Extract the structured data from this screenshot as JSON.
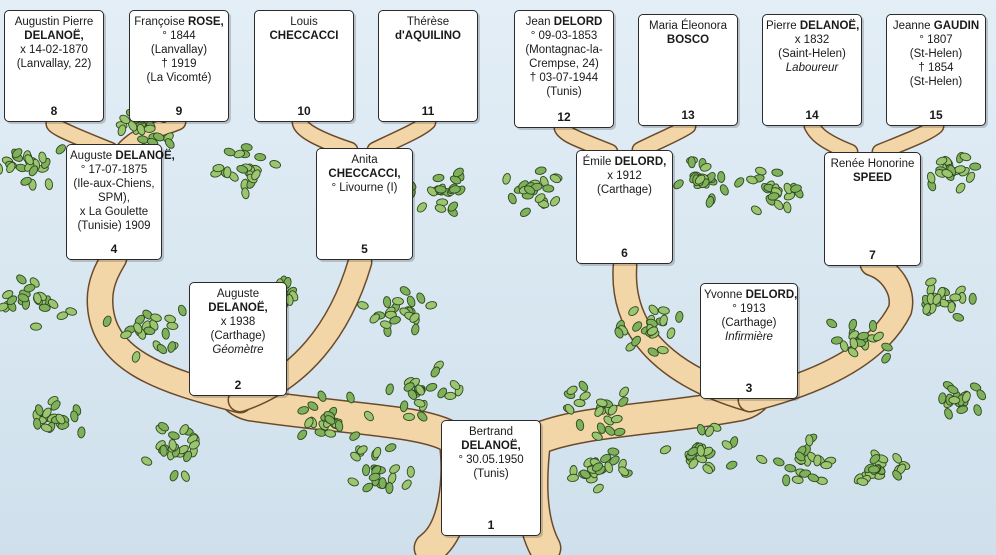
{
  "persons": [
    {
      "id": "p8",
      "number": "8",
      "lines": [
        [
          "Augustin Pierre",
          ""
        ],
        [
          "",
          "DELANOË,"
        ],
        [
          "x 14-02-1870",
          ""
        ],
        [
          "(Lanvallay, 22)",
          ""
        ]
      ]
    },
    {
      "id": "p9",
      "number": "9",
      "lines": [
        [
          "Françoise ",
          "ROSE,"
        ],
        [
          "° 1844",
          ""
        ],
        [
          "(Lanvallay)",
          ""
        ],
        [
          "† 1919",
          ""
        ],
        [
          "(La Vicomté)",
          ""
        ]
      ]
    },
    {
      "id": "p10",
      "number": "10",
      "lines": [
        [
          "Louis",
          ""
        ],
        [
          "",
          "CHECCACCI"
        ]
      ]
    },
    {
      "id": "p11",
      "number": "11",
      "lines": [
        [
          "Thérèse",
          ""
        ],
        [
          "",
          "d'AQUILINO"
        ]
      ]
    },
    {
      "id": "p12",
      "number": "12",
      "lines": [
        [
          "Jean ",
          "DELORD"
        ],
        [
          "° 09-03-1853",
          ""
        ],
        [
          "(Montagnac-la-",
          ""
        ],
        [
          "Crempse, 24)",
          ""
        ],
        [
          "† 03-07-1944",
          ""
        ],
        [
          "(Tunis)",
          ""
        ]
      ]
    },
    {
      "id": "p13",
      "number": "13",
      "lines": [
        [
          "Maria Éleonora",
          ""
        ],
        [
          "",
          "BOSCO"
        ]
      ]
    },
    {
      "id": "p14",
      "number": "14",
      "lines": [
        [
          "Pierre ",
          "DELANOË,"
        ],
        [
          "x 1832",
          ""
        ],
        [
          "(Saint-Helen)",
          ""
        ],
        [
          "Laboureur",
          "",
          "it"
        ]
      ]
    },
    {
      "id": "p15",
      "number": "15",
      "lines": [
        [
          "Jeanne ",
          "GAUDIN"
        ],
        [
          "° 1807",
          ""
        ],
        [
          "(St-Helen)",
          ""
        ],
        [
          "† 1854",
          ""
        ],
        [
          "(St-Helen)",
          ""
        ]
      ]
    },
    {
      "id": "p4",
      "number": "4",
      "lines": [
        [
          "Auguste ",
          "DELANOË,"
        ],
        [
          "° 17-07-1875",
          ""
        ],
        [
          "(Ile-aux-Chiens,",
          ""
        ],
        [
          "SPM),",
          ""
        ],
        [
          "x La Goulette",
          ""
        ],
        [
          "(Tunisie) 1909",
          ""
        ]
      ]
    },
    {
      "id": "p5",
      "number": "5",
      "lines": [
        [
          "Anita",
          ""
        ],
        [
          "",
          "CHECCACCI,"
        ],
        [
          "° Livourne (I)",
          ""
        ]
      ]
    },
    {
      "id": "p6",
      "number": "6",
      "lines": [
        [
          "Émile ",
          "DELORD,"
        ],
        [
          "x 1912",
          ""
        ],
        [
          "(Carthage)",
          ""
        ]
      ]
    },
    {
      "id": "p7",
      "number": "7",
      "lines": [
        [
          "Renée Honorine",
          ""
        ],
        [
          "",
          "SPEED"
        ]
      ]
    },
    {
      "id": "p2",
      "number": "2",
      "lines": [
        [
          "Auguste",
          ""
        ],
        [
          "",
          "DELANOË,"
        ],
        [
          "x 1938",
          ""
        ],
        [
          "(Carthage)",
          ""
        ],
        [
          "Géomètre",
          "",
          "it"
        ]
      ]
    },
    {
      "id": "p3",
      "number": "3",
      "lines": [
        [
          "Yvonne ",
          "DELORD,"
        ],
        [
          "° 1913",
          ""
        ],
        [
          "(Carthage)",
          ""
        ],
        [
          "Infirmière",
          "",
          "it"
        ]
      ]
    },
    {
      "id": "p1",
      "number": "1",
      "lines": [
        [
          "Bertrand",
          ""
        ],
        [
          "",
          "DELANOË,"
        ],
        [
          "° 30.05.1950",
          ""
        ],
        [
          "(Tunis)",
          ""
        ]
      ]
    }
  ]
}
